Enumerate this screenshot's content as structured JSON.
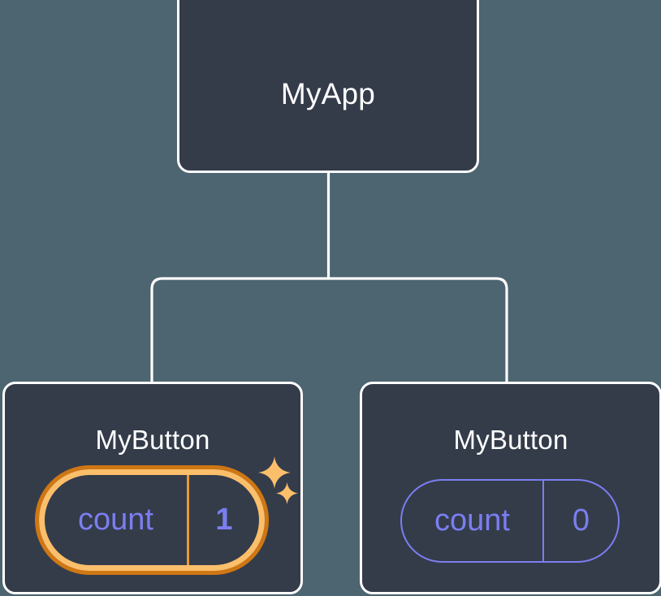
{
  "diagram": {
    "type": "component-tree",
    "background_color": "#4d6570",
    "node_fill_color": "#343c4a",
    "node_border_color": "#ffffff",
    "connector_color": "#ffffff",
    "state_text_color": "#7b7ef0",
    "highlight_outer_color": "#cf7714",
    "highlight_inner_color": "#fbbf6b",
    "highlight_divider_color": "#e89a36",
    "sparkle_color": "#fbbf6b"
  },
  "root": {
    "label": "MyApp"
  },
  "children": [
    {
      "label": "MyButton",
      "state": {
        "key": "count",
        "value": "1"
      },
      "highlighted": true,
      "sparkles": [
        {
          "name": "sparkle-large"
        },
        {
          "name": "sparkle-small"
        }
      ]
    },
    {
      "label": "MyButton",
      "state": {
        "key": "count",
        "value": "0"
      },
      "highlighted": false
    }
  ]
}
